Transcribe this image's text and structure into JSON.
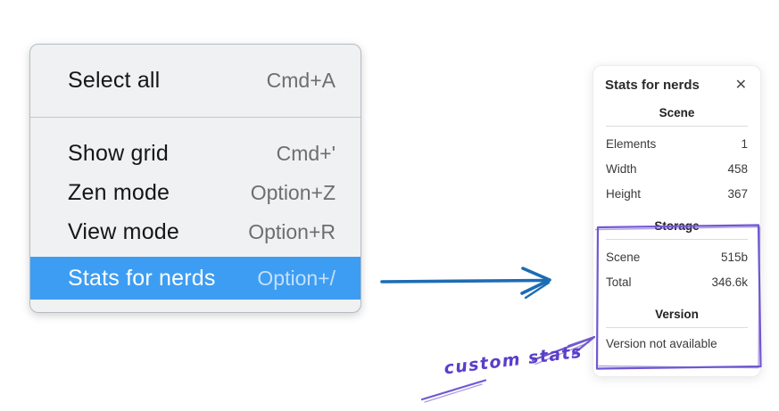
{
  "menu": {
    "items": [
      {
        "label": "Select all",
        "shortcut": "Cmd+A",
        "highlighted": false
      },
      {
        "label": "Show grid",
        "shortcut": "Cmd+'",
        "highlighted": false
      },
      {
        "label": "Zen mode",
        "shortcut": "Option+Z",
        "highlighted": false
      },
      {
        "label": "View mode",
        "shortcut": "Option+R",
        "highlighted": false
      },
      {
        "label": "Stats for nerds",
        "shortcut": "Option+/",
        "highlighted": true
      }
    ]
  },
  "panel": {
    "title": "Stats for nerds",
    "sections": [
      {
        "name": "Scene",
        "rows": [
          {
            "label": "Elements",
            "value": "1"
          },
          {
            "label": "Width",
            "value": "458"
          },
          {
            "label": "Height",
            "value": "367"
          }
        ]
      },
      {
        "name": "Storage",
        "rows": [
          {
            "label": "Scene",
            "value": "515b"
          },
          {
            "label": "Total",
            "value": "346.6k"
          }
        ]
      },
      {
        "name": "Version",
        "note": "Version not available"
      }
    ]
  },
  "icons": {
    "close": "✕"
  },
  "annotations": {
    "custom_stats_label": "custom stats"
  },
  "colors": {
    "menu_highlight": "#3d9df3",
    "menu_background": "#f0f1f2",
    "arrow_blue": "#1c6cb5",
    "annotation_purple": "#7158d1",
    "annotation_text_purple": "#5b3ec9"
  }
}
